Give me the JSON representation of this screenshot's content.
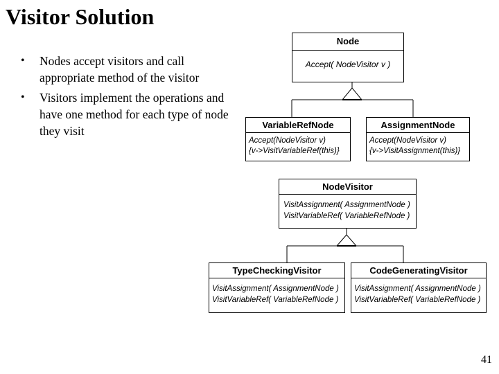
{
  "slide": {
    "title": "Visitor Solution",
    "page_number": "41",
    "bullet_marker": "•",
    "bullets": [
      "Nodes accept visitors and call appropriate method of the visitor",
      "Visitors implement the operations and have one method for each type of node they visit"
    ]
  },
  "colors": {
    "background": "#ffffff",
    "text": "#000000",
    "line": "#000000"
  },
  "diagram": {
    "classes": {
      "node": {
        "name": "Node",
        "methods": [
          "Accept( NodeVisitor v )"
        ]
      },
      "variable_ref_node": {
        "name": "VariableRefNode",
        "methods": [
          "Accept(NodeVisitor v)",
          "{v->VisitVariableRef(this)}"
        ]
      },
      "assignment_node": {
        "name": "AssignmentNode",
        "methods": [
          "Accept(NodeVisitor v)",
          "{v->VisitAssignment(this)}"
        ]
      },
      "node_visitor": {
        "name": "NodeVisitor",
        "methods": [
          "VisitAssignment( AssignmentNode )",
          "VisitVariableRef( VariableRefNode )"
        ]
      },
      "type_checking_visitor": {
        "name": "TypeCheckingVisitor",
        "methods": [
          "VisitAssignment( AssignmentNode )",
          "VisitVariableRef( VariableRefNode )"
        ]
      },
      "code_generating_visitor": {
        "name": "CodeGeneratingVisitor",
        "methods": [
          "VisitAssignment( AssignmentNode )",
          "VisitVariableRef( VariableRefNode )"
        ]
      }
    },
    "relations": [
      {
        "type": "inheritance",
        "parent": "Node",
        "children": [
          "VariableRefNode",
          "AssignmentNode"
        ]
      },
      {
        "type": "inheritance",
        "parent": "NodeVisitor",
        "children": [
          "TypeCheckingVisitor",
          "CodeGeneratingVisitor"
        ]
      }
    ]
  }
}
